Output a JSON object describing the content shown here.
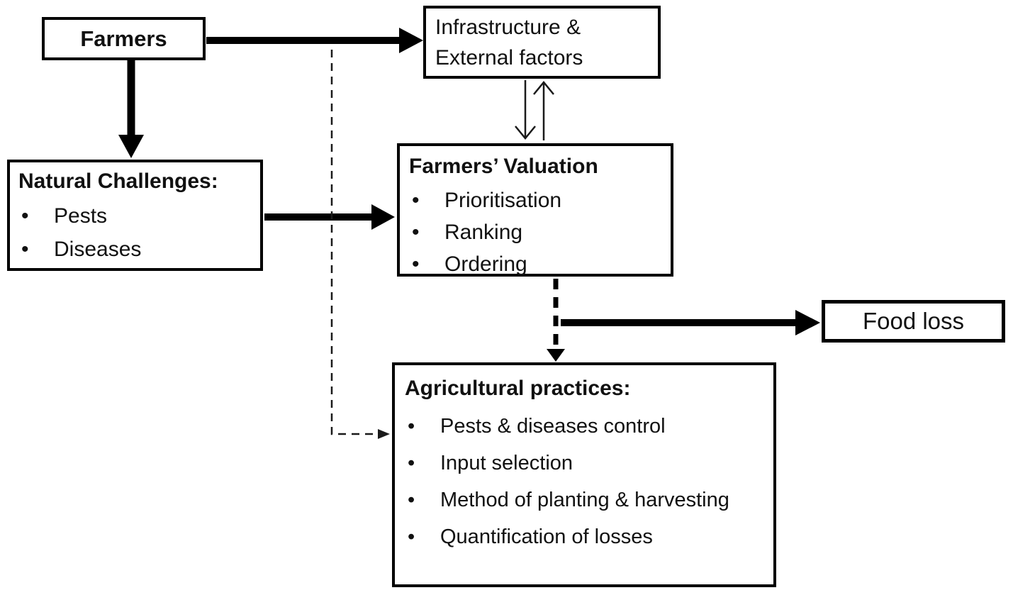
{
  "figure": {
    "type": "flow-diagram",
    "background": "#ffffff",
    "ink": "#000000"
  },
  "boxes": {
    "farmers": {
      "title": "Farmers"
    },
    "infrastructure": {
      "title": "Infrastructure & External factors"
    },
    "natural_challenges": {
      "title": "Natural Challenges:",
      "items": [
        "Pests",
        "Diseases"
      ]
    },
    "farmers_valuation": {
      "title": "Farmers’ Valuation",
      "items": [
        "Prioritisation",
        "Ranking",
        "Ordering"
      ]
    },
    "food_loss": {
      "title": "Food loss"
    },
    "agricultural_practices": {
      "title": "Agricultural practices:",
      "items": [
        "Pests & diseases control",
        "Input selection",
        "Method of planting & harvesting",
        "Quantification of losses"
      ]
    }
  },
  "arrows": [
    {
      "from": "Farmers",
      "to": "Infrastructure & External factors",
      "style": "thick-solid"
    },
    {
      "from": "Farmers",
      "to": "Natural Challenges",
      "style": "thick-solid"
    },
    {
      "from": "Natural Challenges",
      "to": "Farmers’ Valuation",
      "style": "thick-solid"
    },
    {
      "from": "Infrastructure & External factors",
      "to": "Farmers’ Valuation",
      "style": "thin-double-pair-bidirectional"
    },
    {
      "from": "Farmers’ Valuation",
      "to": "Agricultural practices",
      "style": "thick-dashed"
    },
    {
      "from": "Farmers’ Valuation",
      "to": "Food loss",
      "style": "thick-solid"
    },
    {
      "from": "Farmers",
      "to": "Agricultural practices",
      "style": "thin-dashed-elbow"
    }
  ]
}
